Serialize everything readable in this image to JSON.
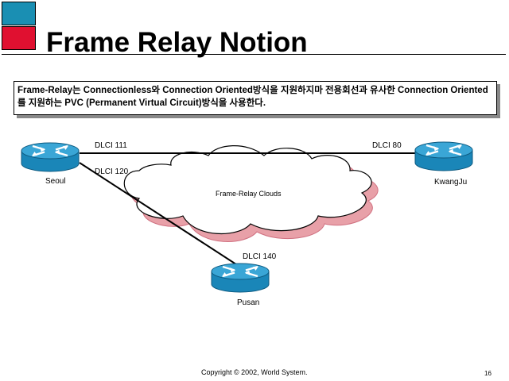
{
  "title": "Frame Relay Notion",
  "description": "Frame-Relay는 Connectionless와 Connection Oriented방식을 지원하지마 전용회선과 유사한 Connection Oriented를 지원하는 PVC (Permanent Virtual Circuit)방식을 사용한다.",
  "colors": {
    "top_square": "#1a8fb3",
    "bottom_square": "#e01030",
    "router_body": "#1a86b8",
    "router_top": "#3aa6d6",
    "cloud_shadow": "#e8a0a8"
  },
  "routers": {
    "seoul": {
      "name": "Seoul",
      "icon": "router-icon"
    },
    "kwangju": {
      "name": "KwangJu",
      "icon": "router-icon"
    },
    "pusan": {
      "name": "Pusan",
      "icon": "router-icon"
    }
  },
  "dlci": {
    "d111": "DLCI 111",
    "d80": "DLCI 80",
    "d120": "DLCI 120",
    "d140": "DLCI 140"
  },
  "cloud_label": "Frame-Relay Clouds",
  "footer": {
    "copyright": "Copyright © 2002, World System.",
    "page": "16"
  }
}
